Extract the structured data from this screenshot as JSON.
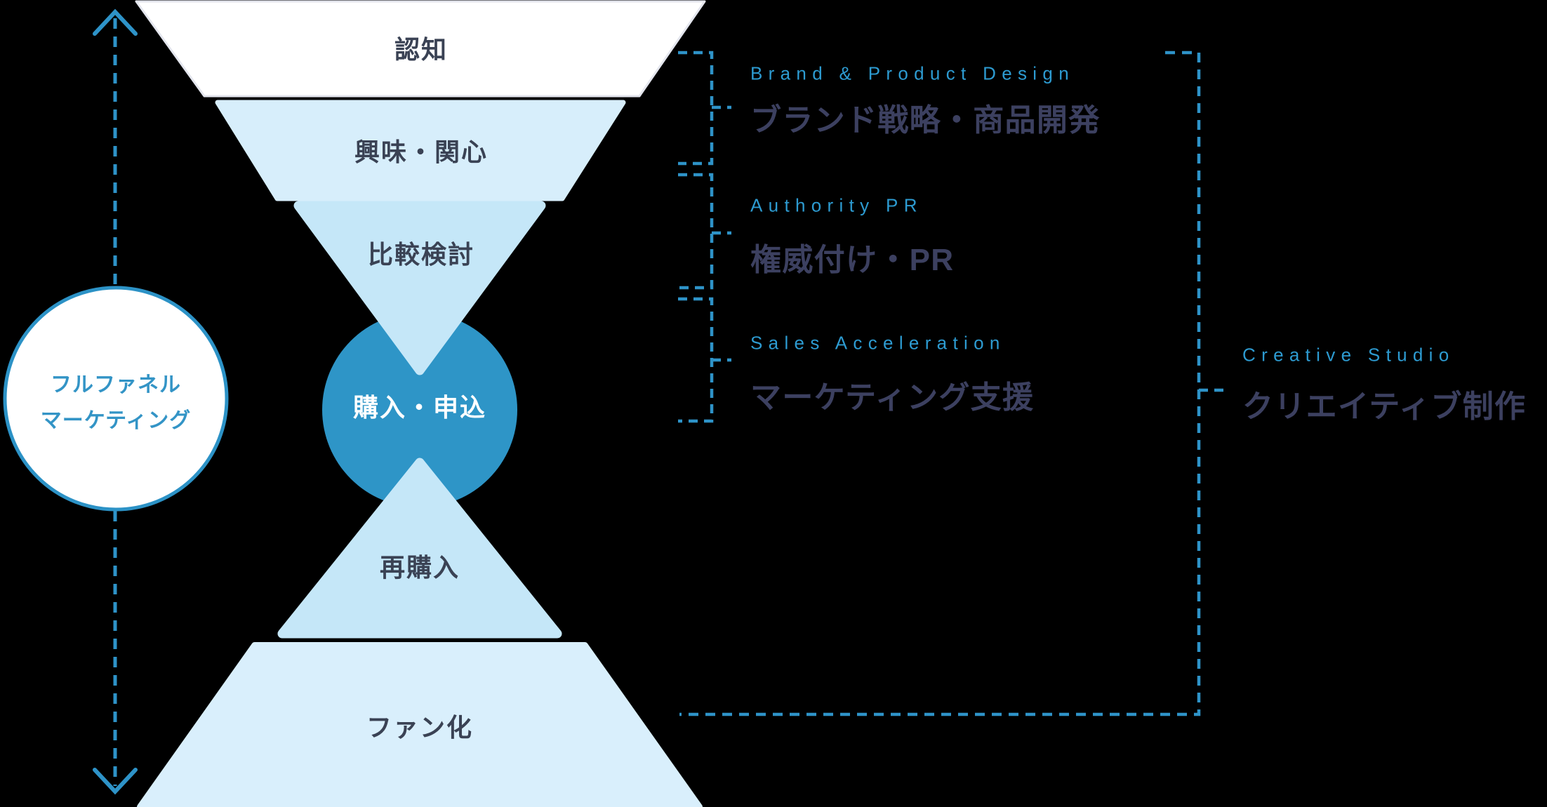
{
  "axis_label": {
    "line1": "フルファネル",
    "line2": "マーケティング"
  },
  "funnel_stages": [
    {
      "label": "認知"
    },
    {
      "label": "興味・関心"
    },
    {
      "label": "比較検討"
    },
    {
      "label": "購入・申込"
    },
    {
      "label": "再購入"
    },
    {
      "label": "ファン化"
    }
  ],
  "services": [
    {
      "en": "Brand & Product Design",
      "ja": "ブランド戦略・商品開発"
    },
    {
      "en": "Authority PR",
      "ja": "権威付け・PR"
    },
    {
      "en": "Sales Acceleration",
      "ja": "マーケティング支援"
    },
    {
      "en": "Creative Studio",
      "ja": "クリエイティブ制作"
    }
  ],
  "colors": {
    "background": "#000000",
    "accent_blue": "#2E93C8",
    "english_label_blue": "#2D9BD1",
    "heading_navy": "#3C4060",
    "stage_text": "#3A4254",
    "purchase_text": "#FFFFFF",
    "awareness_fill": "#FFFFFF",
    "awareness_border": "#E4E6EE",
    "interest_fill": "#D7EEFB",
    "compare_fill": "#C5E7F8",
    "purchase_fill": "#2E95C7",
    "repurchase_fill": "#C5E7F8",
    "fan_fill": "#D9EFFC",
    "label_circle_fill": "#FFFFFF",
    "label_circle_border": "#2C92C6"
  }
}
